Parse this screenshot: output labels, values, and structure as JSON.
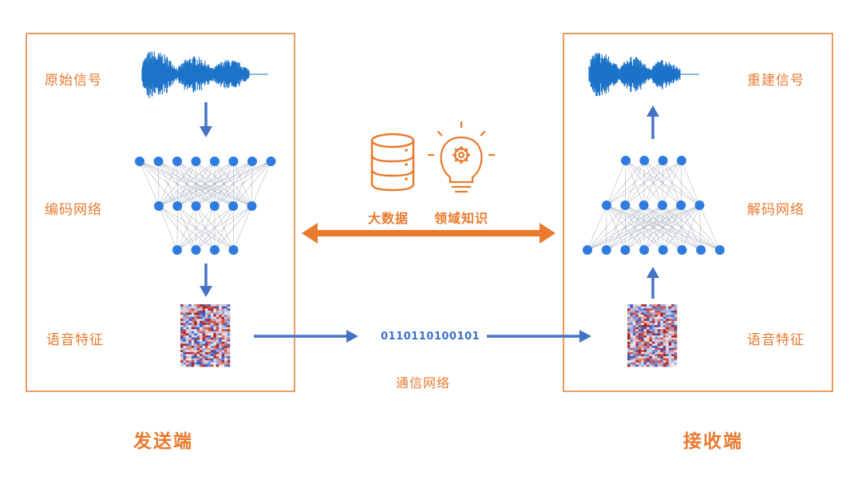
{
  "sender": {
    "title": "发送端",
    "original_signal": "原始信号",
    "encoder_network": "编码网络",
    "speech_features": "语音特征"
  },
  "receiver": {
    "title": "接收端",
    "reconstructed_signal": "重建信号",
    "decoder_network": "解码网络",
    "speech_features": "语音特征"
  },
  "middle": {
    "big_data": "大数据",
    "domain_knowledge": "领域知识",
    "bitstream": "0110110100101",
    "comm_network": "通信网络"
  },
  "colors": {
    "accent": "#E97A2E",
    "blue": "#3B6FCB",
    "node": "#2F7BE0",
    "wave": "#1C73C8"
  },
  "icons": [
    "database-icon",
    "lightbulb-gear-icon",
    "waveform-icon",
    "neural-network-icon",
    "spectrogram-icon"
  ]
}
